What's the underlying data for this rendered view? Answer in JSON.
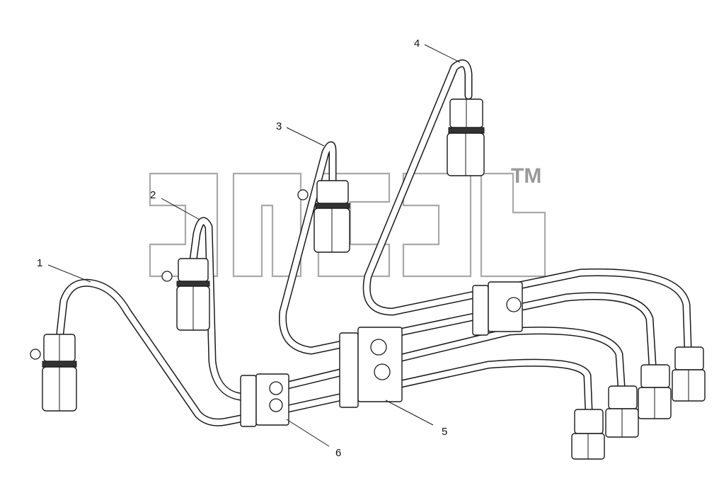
{
  "callouts": [
    {
      "id": "1",
      "label": "1"
    },
    {
      "id": "2",
      "label": "2"
    },
    {
      "id": "3",
      "label": "3"
    },
    {
      "id": "4",
      "label": "4"
    },
    {
      "id": "5",
      "label": "5"
    },
    {
      "id": "6",
      "label": "6"
    }
  ],
  "watermark": {
    "trademark": "TM"
  },
  "colors": {
    "line": "#1a1a1a",
    "watermark": "#9a9a9a",
    "background": "#ffffff"
  }
}
